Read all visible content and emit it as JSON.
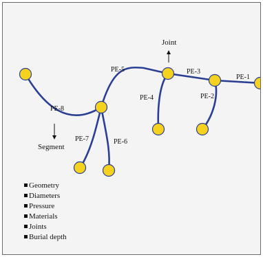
{
  "pipes": {
    "pe1": "PE-1",
    "pe2": "PE-2",
    "pe3": "PE-3",
    "pe4": "PE-4",
    "pe5": "PE-5",
    "pe6": "PE-6",
    "pe7": "PE-7",
    "pe8": "PE-8"
  },
  "annotations": {
    "joint": "Joint",
    "segment": "Segment"
  },
  "legend": {
    "items": [
      "Geometry",
      "Diameters",
      "Pressure",
      "Materials",
      "Joints",
      "Burial depth"
    ]
  },
  "colors": {
    "pipe": "#2a3f93",
    "node_fill": "#f5d21f",
    "node_stroke": "#2a3f93",
    "text": "#111111"
  }
}
